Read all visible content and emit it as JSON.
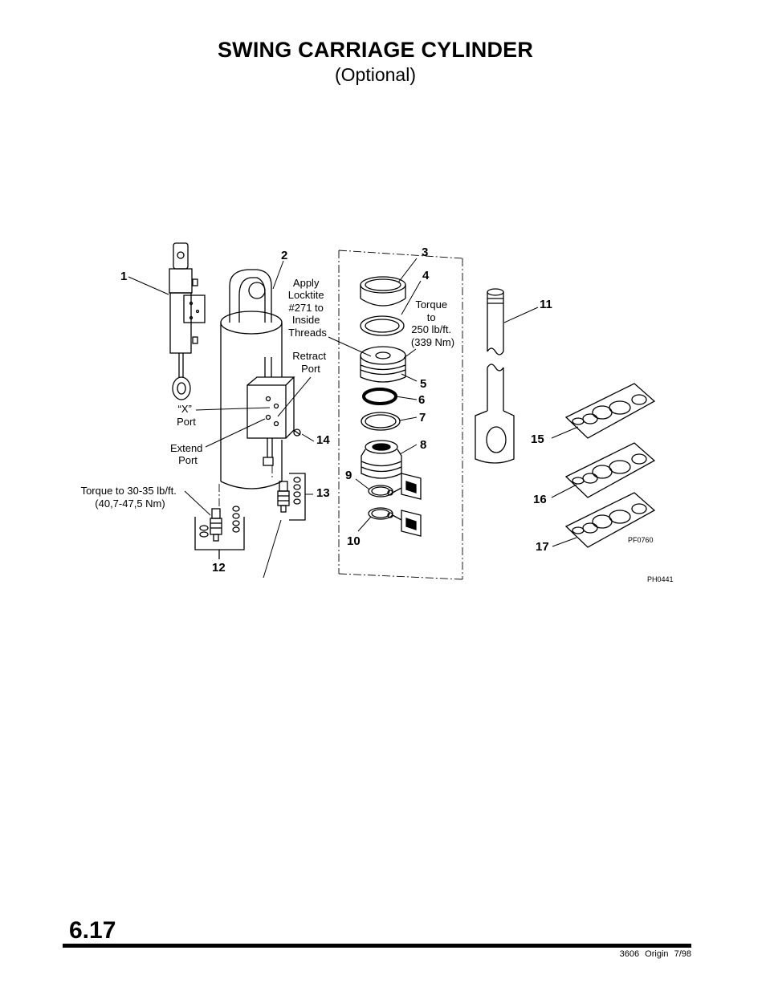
{
  "header": {
    "title": "SWING CARRIAGE CYLINDER",
    "subtitle": "(Optional)"
  },
  "callouts": {
    "c1": "1",
    "c2": "2",
    "c3": "3",
    "c4": "4",
    "c5": "5",
    "c6": "6",
    "c7": "7",
    "c8": "8",
    "c9": "9",
    "c10": "10",
    "c11": "11",
    "c12": "12",
    "c13": "13",
    "c14": "14",
    "c15": "15",
    "c16": "16",
    "c17": "17"
  },
  "notes": {
    "locktite": [
      "Apply",
      "Locktite",
      "#271 to",
      "Inside",
      "Threads"
    ],
    "torque_250": [
      "Torque",
      "to",
      "250 lb/ft.",
      "(339 Nm)"
    ],
    "retract_port": [
      "Retract",
      "Port"
    ],
    "x_port": [
      "“X”",
      "Port"
    ],
    "extend_port": [
      "Extend",
      "Port"
    ],
    "torque_30": [
      "Torque to 30-35 lb/ft.",
      "(40,7-47,5 Nm)"
    ]
  },
  "codes": {
    "pf": "PF0760",
    "ph": "PH0441"
  },
  "footer": {
    "page_number": "6.17",
    "doc_info": "3606  Origin  7/98"
  }
}
